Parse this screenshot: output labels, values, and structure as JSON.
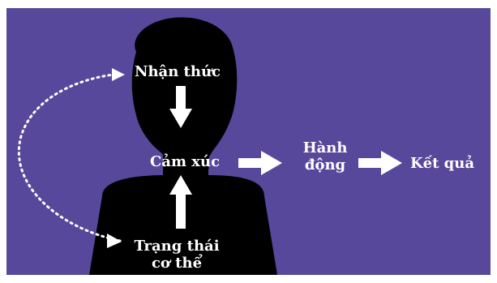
{
  "nodes": {
    "perception": "Nhận thức",
    "emotion": "Cảm xúc",
    "action_line1": "Hành",
    "action_line2": "động",
    "result": "Kết quả",
    "body_state_line1": "Trạng thái",
    "body_state_line2": "cơ thể"
  },
  "colors": {
    "background": "#57489b",
    "silhouette": "#000000",
    "arrows": "#ffffff",
    "text": "#ffffff"
  },
  "icons": {
    "figure": "person-silhouette-icon",
    "arrow": "arrow-icon",
    "feedback": "dotted-curved-arrow-icon"
  }
}
